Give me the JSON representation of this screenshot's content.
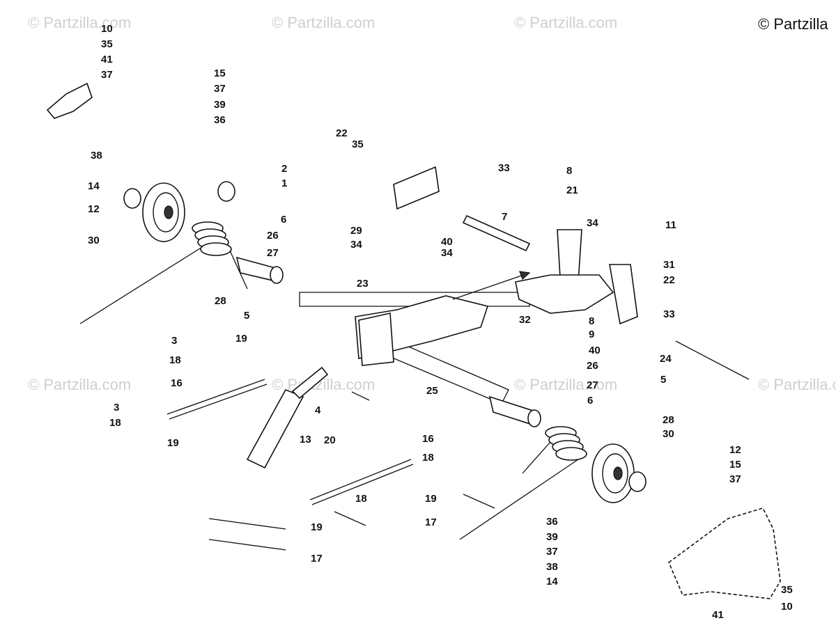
{
  "copyright": "© Partzilla",
  "watermarks": [
    "© Partzilla.com",
    "© Partzilla.com",
    "© Partzilla.com",
    "© Partzilla.com",
    "© Partzilla.com",
    "© Partzilla.com",
    "© Partzilla.com"
  ],
  "callouts": [
    "10",
    "35",
    "41",
    "37",
    "15",
    "37",
    "39",
    "36",
    "38",
    "14",
    "12",
    "30",
    "2",
    "1",
    "28",
    "6",
    "26",
    "27",
    "5",
    "35",
    "22",
    "33",
    "29",
    "34",
    "34",
    "23",
    "40",
    "7",
    "8",
    "21",
    "34",
    "11",
    "31",
    "22",
    "33",
    "32",
    "8",
    "9",
    "40",
    "24",
    "5",
    "3",
    "18",
    "19",
    "16",
    "4",
    "25",
    "26",
    "27",
    "6",
    "3",
    "18",
    "19",
    "13",
    "20",
    "16",
    "18",
    "19",
    "17",
    "19",
    "18",
    "17",
    "28",
    "30",
    "12",
    "15",
    "37",
    "36",
    "39",
    "37",
    "38",
    "14",
    "41",
    "35",
    "10"
  ]
}
